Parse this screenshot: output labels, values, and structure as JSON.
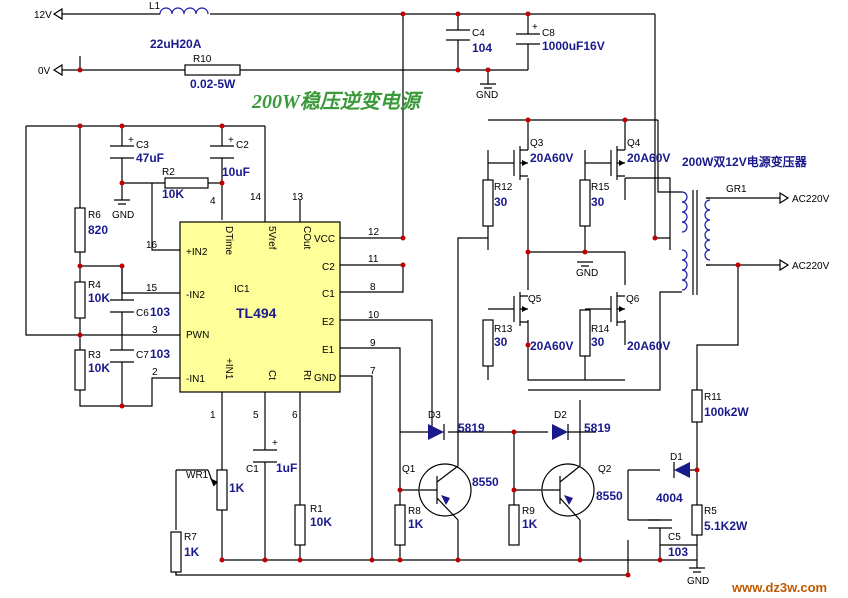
{
  "title": "200W稳压逆变电源",
  "watermark": "www.dz3w.com",
  "rails": {
    "v12": "12V",
    "v0": "0V"
  },
  "gnd": "GND",
  "transformer_label": "200W双12V电源变压器",
  "ac_out": "AC220V",
  "ic": {
    "ref": "IC1",
    "part": "TL494",
    "pins_left": [
      "+IN2",
      "-IN2",
      "PWN",
      "-IN1"
    ],
    "pins_right": [
      "VCC",
      "C2",
      "C1",
      "E2",
      "E1",
      "GND"
    ],
    "pins_top": [
      "DTime",
      "5Vref",
      "COut"
    ],
    "pins_bottom": [
      "+IN1",
      "Ct",
      "Rt"
    ],
    "pin_numbers": {
      "p16": "16",
      "p15": "15",
      "p3": "3",
      "p2": "2",
      "p12": "12",
      "p11": "11",
      "p8": "8",
      "p10": "10",
      "p9": "9",
      "p7": "7",
      "p4": "4",
      "p14": "14",
      "p13": "13",
      "p1": "1",
      "p5": "5",
      "p6": "6"
    }
  },
  "components": {
    "L1": {
      "ref": "L1",
      "value": "22uH20A"
    },
    "R10": {
      "ref": "R10",
      "value": "0.02-5W"
    },
    "C4": {
      "ref": "C4",
      "value": "104"
    },
    "C8": {
      "ref": "C8",
      "value": "1000uF16V"
    },
    "C3": {
      "ref": "C3",
      "value": "47uF"
    },
    "C2": {
      "ref": "C2",
      "value": "10uF"
    },
    "R2": {
      "ref": "R2",
      "value": "10K"
    },
    "R6": {
      "ref": "R6",
      "value": "820"
    },
    "R4": {
      "ref": "R4",
      "value": "10K"
    },
    "R3": {
      "ref": "R3",
      "value": "10K"
    },
    "C6": {
      "ref": "C6",
      "value": "103"
    },
    "C7": {
      "ref": "C7",
      "value": "103"
    },
    "C1": {
      "ref": "C1",
      "value": "1uF"
    },
    "R1": {
      "ref": "R1",
      "value": "10K"
    },
    "WR1": {
      "ref": "WR1",
      "value": "1K"
    },
    "R7": {
      "ref": "R7",
      "value": "1K"
    },
    "Q3": {
      "ref": "Q3",
      "value": "20A60V"
    },
    "Q4": {
      "ref": "Q4",
      "value": "20A60V"
    },
    "Q5": {
      "ref": "Q5",
      "value": "20A60V"
    },
    "Q6": {
      "ref": "Q6",
      "value": "20A60V"
    },
    "R12": {
      "ref": "R12",
      "value": "30"
    },
    "R15": {
      "ref": "R15",
      "value": "30"
    },
    "R13": {
      "ref": "R13",
      "value": "30"
    },
    "R14": {
      "ref": "R14",
      "value": "30"
    },
    "D3": {
      "ref": "D3",
      "value": "5819"
    },
    "D2": {
      "ref": "D2",
      "value": "5819"
    },
    "Q1": {
      "ref": "Q1",
      "value": "8550"
    },
    "Q2": {
      "ref": "Q2",
      "value": "8550"
    },
    "R8": {
      "ref": "R8",
      "value": "1K"
    },
    "R9": {
      "ref": "R9",
      "value": "1K"
    },
    "GR1": {
      "ref": "GR1"
    },
    "R11": {
      "ref": "R11",
      "value": "100k2W"
    },
    "D1": {
      "ref": "D1",
      "value": "4004"
    },
    "R5": {
      "ref": "R5",
      "value": "5.1K2W"
    },
    "C5": {
      "ref": "C5",
      "value": "103"
    }
  }
}
